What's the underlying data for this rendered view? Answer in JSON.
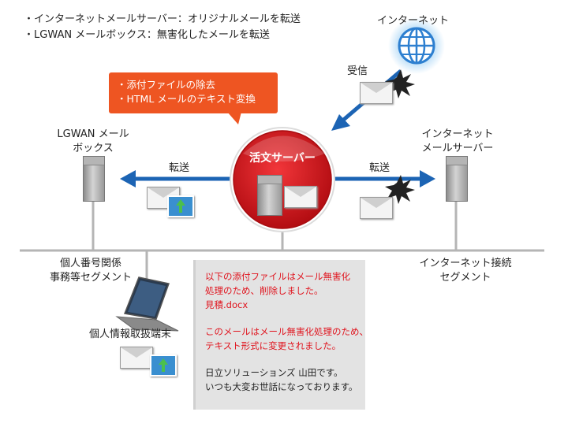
{
  "header": {
    "line1": "・インターネットメールサーバー：オリジナルメールを転送",
    "line2": "・LGWAN メールボックス：無害化したメールを転送"
  },
  "callout": {
    "line1": "・添付ファイルの除去",
    "line2": "・HTML メールのテキスト変換"
  },
  "nodes": {
    "internet": "インターネット",
    "receive": "受信",
    "lgwan_line1": "LGWAN メール",
    "lgwan_line2": "ボックス",
    "inet_server_line1": "インターネット",
    "inet_server_line2": "メールサーバー",
    "center_server": "活文サーバー",
    "transfer_left": "転送",
    "transfer_right": "転送",
    "segment_left_line1": "個人番号関係",
    "segment_left_line2": "事務等セグメント",
    "segment_right_line1": "インターネット接続",
    "segment_right_line2": "セグメント",
    "terminal": "個人情報取扱端末"
  },
  "message": {
    "red1": "以下の添付ファイルはメール無害化",
    "red2": "処理のため、削除しました。",
    "red3": "見積.docx",
    "red4": "このメールはメール無害化処理のため、",
    "red5": "テキスト形式に変更されました。",
    "dark1": "日立ソリューションズ 山田です。",
    "dark2": "いつも大変お世話になっております。"
  },
  "colors": {
    "accent_red": "#d9141e",
    "callout_orange": "#ee5522",
    "arrow_blue": "#1c64b4",
    "message_red": "#e0141e"
  }
}
